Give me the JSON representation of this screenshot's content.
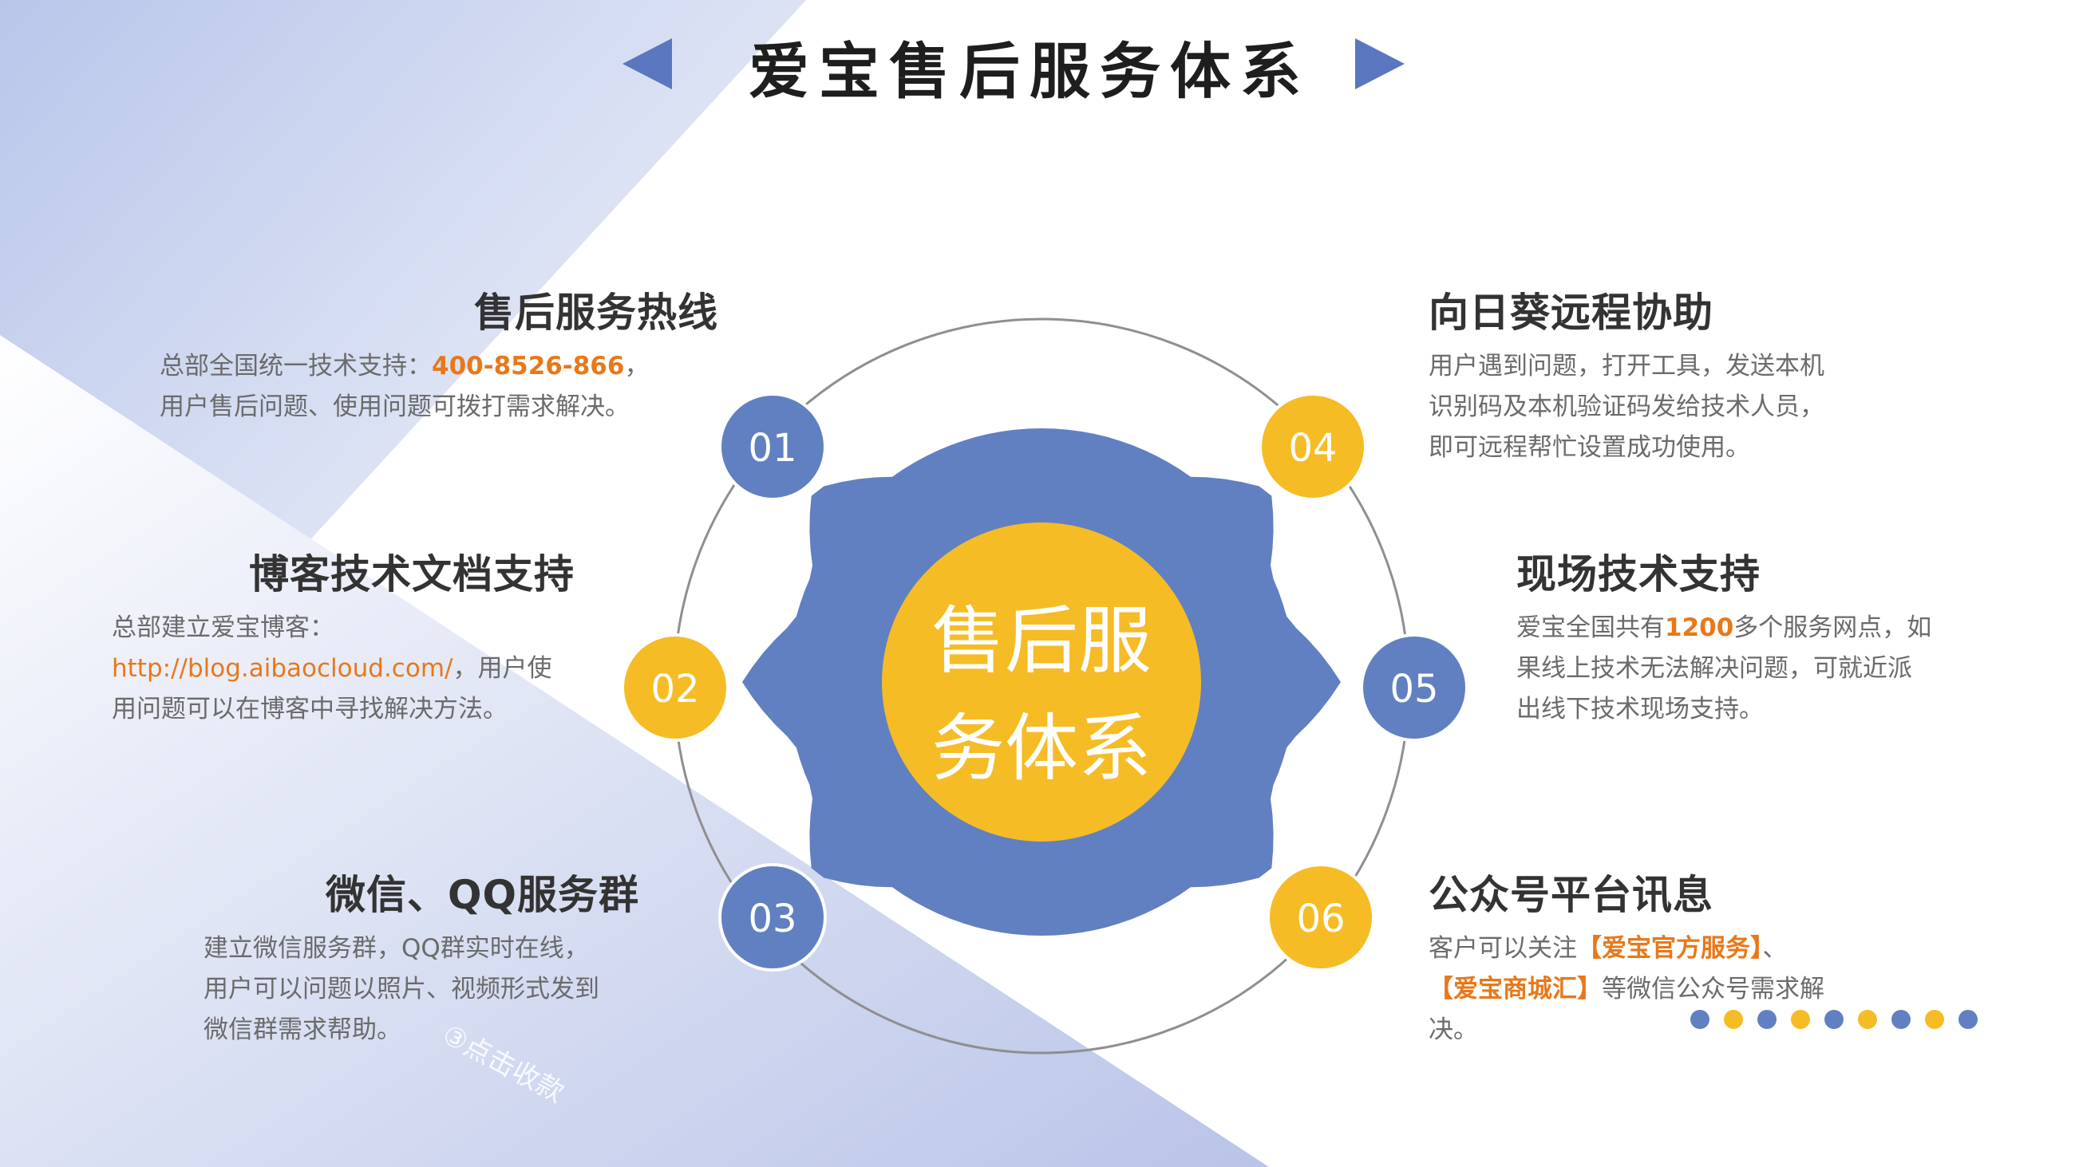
{
  "page": {
    "title": "爱宝售后服务体系",
    "center_label_line1": "售后服",
    "center_label_line2": "务体系",
    "watermark": "③点击收款"
  },
  "colors": {
    "blue": "#6180c1",
    "yellow": "#f6bc25",
    "accent_orange": "#e8781a",
    "background_blue": "#c3cdec"
  },
  "nodes": [
    {
      "number": "01",
      "color": "blue"
    },
    {
      "number": "02",
      "color": "yellow"
    },
    {
      "number": "03",
      "color": "blue"
    },
    {
      "number": "04",
      "color": "yellow"
    },
    {
      "number": "05",
      "color": "blue"
    },
    {
      "number": "06",
      "color": "yellow"
    }
  ],
  "sections": {
    "s1": {
      "heading": "售后服务热线",
      "text1": "总部全国统一技术支持：",
      "hotline": "400-8526-866",
      "text2": "，",
      "text3": "用户售后问题、使用问题可拨打需求解决。"
    },
    "s2": {
      "heading": "博客技术文档支持",
      "text1": "总部建立爱宝博客：",
      "link": "http://blog.aibaocloud.com/",
      "text2": "，用户使",
      "text3": "用问题可以在博客中寻找解决方法。"
    },
    "s3": {
      "heading": "微信、QQ服务群",
      "line1": "建立微信服务群，QQ群实时在线，",
      "line2": "用户可以问题以照片、视频形式发到",
      "line3": "微信群需求帮助。"
    },
    "s4": {
      "heading": "向日葵远程协助",
      "line1": "用户遇到问题，打开工具，发送本机",
      "line2": "识别码及本机验证码发给技术人员，",
      "line3": "即可远程帮忙设置成功使用。"
    },
    "s5": {
      "heading": "现场技术支持",
      "text1": "爱宝全国共有",
      "count": "1200",
      "text2": "多个服务网点，如",
      "line2": "果线上技术无法解决问题，可就近派",
      "line3": "出线下技术现场支持。"
    },
    "s6": {
      "heading": "公众号平台讯息",
      "text1": "客户可以关注",
      "brand1": "【爱宝官方服务】",
      "text2": "、",
      "brand2": "【爱宝商城汇】",
      "text3": "等微信公众号需求解",
      "text4": "决。"
    }
  },
  "dots": [
    "blue",
    "yellow",
    "blue",
    "yellow",
    "blue",
    "yellow",
    "blue",
    "yellow",
    "blue"
  ]
}
